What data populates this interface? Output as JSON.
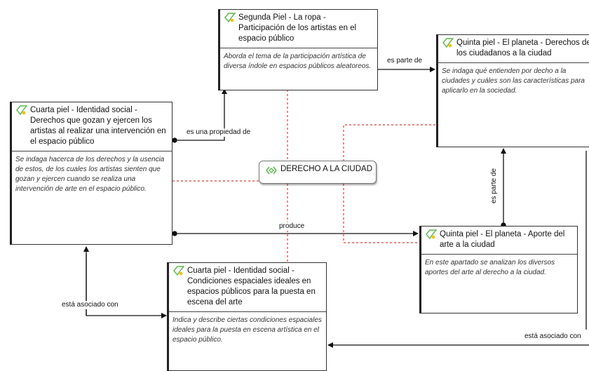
{
  "nodes": {
    "segunda": {
      "title": "Segunda Piel - La ropa - Participación de los artistas en el espacio público",
      "desc": "Aborda el tema de la participación artística de diversa índole en espacios públicos aleatoreos."
    },
    "quinta_derechos": {
      "title": "Quinta piel - El planeta - Derechos de los ciudadanos a la ciudad",
      "desc": "Se indaga qué entienden por decho a la ciudades y cuáles son las características para aplicarlo en la sociedad."
    },
    "cuarta_derechos": {
      "title": "Cuarta piel - Identidad social - Derechos que gozan y ejercen  los artistas al realizar una intervención en el espacio público",
      "desc": "Se indaga hacerca de los derechos y la usencia de estos, de los cuales los artistas sienten que gozan y ejercen cuando se realiza una intervención de arte en el espacio público."
    },
    "quinta_aporte": {
      "title": "Quinta piel - El planeta - Aporte del arte a la ciudad",
      "desc": "En este apartado se analizan los diversos aportes del arte al derecho a la ciudad."
    },
    "cuarta_condiciones": {
      "title": "Cuarta piel - Identidad social - Condiciones espaciales ideales en espacios públicos para la puesta en escena del arte",
      "desc": "Indica y describe ciertas condiciones espaciales ideales para la puesta en escena artística en el espacio público."
    }
  },
  "center": {
    "label": "DERECHO A LA CIUDAD"
  },
  "links": {
    "es_parte_de_h": "es parte de",
    "es_propiedad_de": "es una propiedad de",
    "es_parte_de_v": "es parte de",
    "produce": "produce",
    "asociado_left": "está asociado con",
    "asociado_right": "está asociado con"
  },
  "colors": {
    "dashed_link": "#e23b3b",
    "icon_green": "#5bb84a",
    "icon_yellow": "#f2c418",
    "line": "#111111"
  }
}
